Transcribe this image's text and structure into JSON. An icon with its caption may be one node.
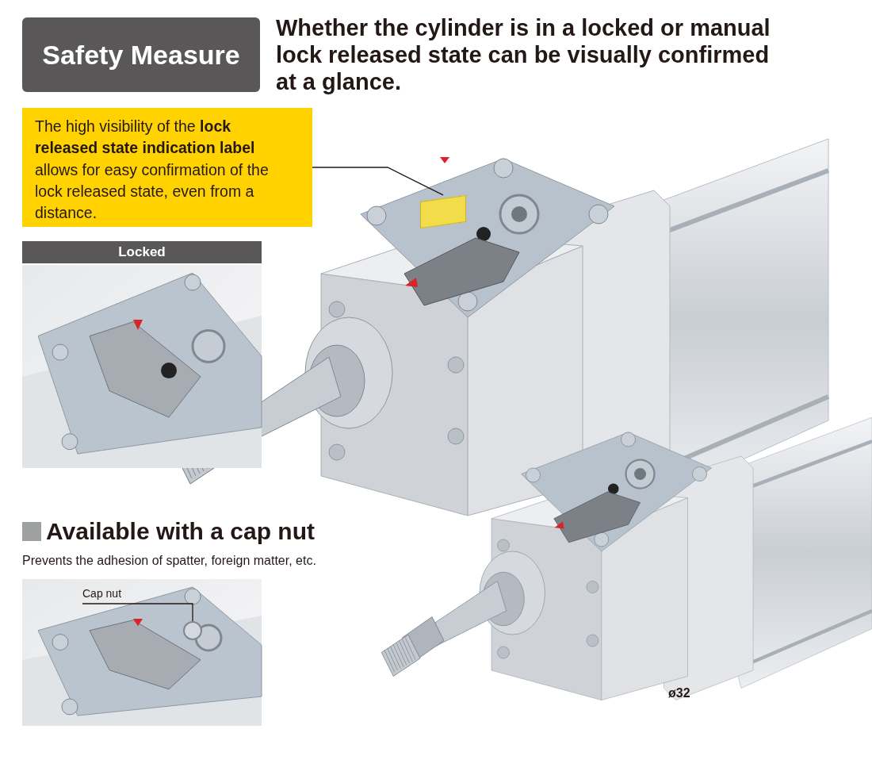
{
  "diagram": {
    "title": "Whether the cylinder is in a locked or manual lock released state can be visually confirmed at a glance.",
    "nodes": [
      {
        "text": [
          "Safety Measure"
        ]
      },
      {
        "text": [
          "The high visibility of the **lock released state indication label** allows for easy confirmation of the lock released state, even from a distance."
        ]
      },
      {
        "text": [],
        "shape": "box"
      },
      {
        "text": [
          "Locked"
        ]
      },
      {
        "text": [
          "Cap nut"
        ]
      },
      {
        "text": [],
        "shape": "circle"
      }
    ],
    "edges": [
      {
        "from": 1,
        "to": 2,
        "arrow": "none"
      },
      {
        "from": 4,
        "to": 5,
        "arrow": "none"
      }
    ],
    "labels": [
      "Available with a cap nut",
      "Prevents the adhesion of spatter, foreign matter, etc.",
      "ø32"
    ]
  }
}
